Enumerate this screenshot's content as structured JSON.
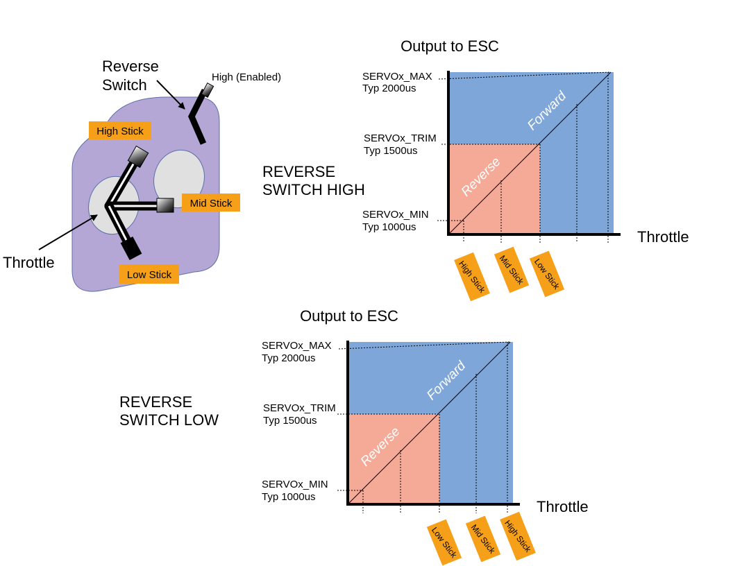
{
  "colors": {
    "forward": "#7ea6d8",
    "reverse": "#f5aa98",
    "panel": "#b4a7d6",
    "oval": "#e0e0e0",
    "tag": "#f6a01a"
  },
  "transmitter": {
    "reverse_switch_line1": "Reverse",
    "reverse_switch_line2": "Switch",
    "high_enabled": "High (Enabled)",
    "high_stick": "High Stick",
    "mid_stick": "Mid Stick",
    "low_stick": "Low Stick",
    "throttle": "Throttle"
  },
  "chart_high": {
    "title": "Output to ESC",
    "mode_line1": "REVERSE",
    "mode_line2": "SWITCH HIGH",
    "max_label": "SERVOx_MAX",
    "max_typ": "Typ 2000us",
    "trim_label": "SERVOx_TRIM",
    "trim_typ": "Typ 1500us",
    "min_label": "SERVOx_MIN",
    "min_typ": "Typ 1000us",
    "forward": "Forward",
    "reverse": "Reverse",
    "xlabel": "Throttle",
    "tags": [
      "High Stick",
      "Mid Stick",
      "Low Stick"
    ]
  },
  "chart_low": {
    "title": "Output to ESC",
    "mode_line1": "REVERSE",
    "mode_line2": "SWITCH LOW",
    "max_label": "SERVOx_MAX",
    "max_typ": "Typ 2000us",
    "trim_label": "SERVOx_TRIM",
    "trim_typ": "Typ 1500us",
    "min_label": "SERVOx_MIN",
    "min_typ": "Typ 1000us",
    "forward": "Forward",
    "reverse": "Reverse",
    "xlabel": "Throttle",
    "tags": [
      "Low Stick",
      "Mid Stick",
      "High Stick"
    ]
  }
}
